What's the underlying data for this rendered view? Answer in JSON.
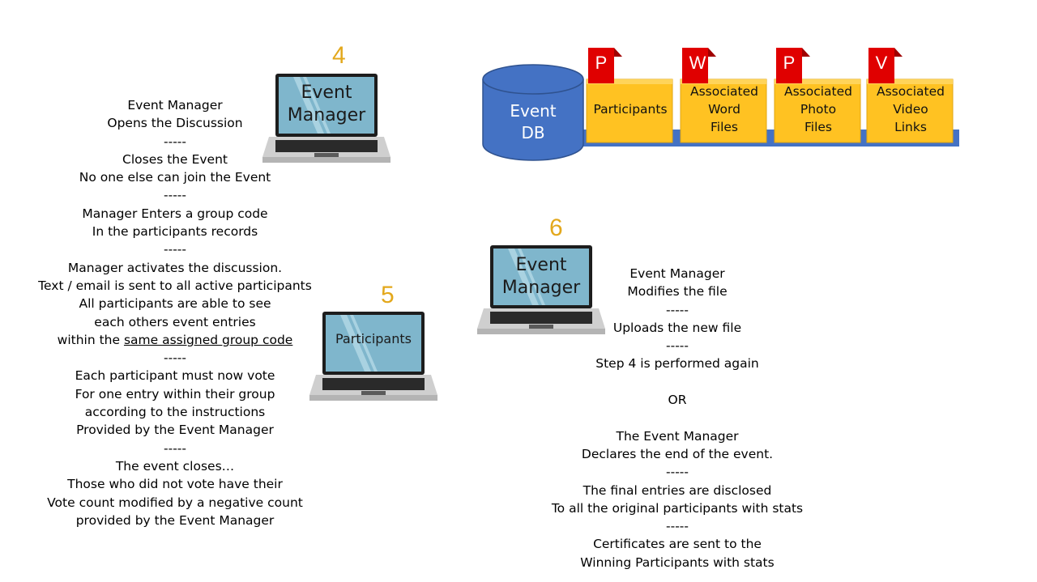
{
  "steps": {
    "four": "4",
    "five": "5",
    "six": "6"
  },
  "laptop4": {
    "line1": "Event",
    "line2": "Manager"
  },
  "laptop5": {
    "label": "Participants"
  },
  "laptop6": {
    "line1": "Event",
    "line2": "Manager"
  },
  "db": {
    "line1": "Event",
    "line2": "DB"
  },
  "files": [
    {
      "letter": "P",
      "lines": [
        "Participants"
      ]
    },
    {
      "letter": "W",
      "lines": [
        "Associated",
        "Word",
        "Files"
      ]
    },
    {
      "letter": "P",
      "lines": [
        "Associated",
        "Photo",
        "Files"
      ]
    },
    {
      "letter": "V",
      "lines": [
        "Associated",
        "Video",
        "Links"
      ]
    }
  ],
  "left_text": {
    "before_underline": "Event Manager\nOpens the Discussion\n-----\nCloses the Event\nNo one else can join the Event\n-----\nManager Enters a group code\nIn the participants records\n-----\nManager activates the discussion.\nText / email is sent to all active participants\nAll participants are able to see\neach others event entries\nwithin the ",
    "underlined": "same assigned group code",
    "after_underline": "\n-----\nEach participant must now vote\nFor one entry within their group\naccording to the instructions\nProvided by the Event Manager\n-----\nThe event closes…\nThose who did not vote have their\nVote count modified by a negative count\nprovided by the Event Manager"
  },
  "right_text": "Event Manager\nModifies the file\n-----\nUploads the new file\n-----\nStep 4 is performed again\n\nOR\n\nThe Event Manager\nDeclares the end of the event.\n-----\nThe final entries are disclosed\nTo all the original participants with stats\n-----\nCertificates are sent to the\nWinning Participants with stats",
  "colors": {
    "step_number": "#e3a81c",
    "screen": "#7fb6cc",
    "db_blue": "#4472c4",
    "folder_yellow": "#ffc222",
    "doc_red": "#e00000"
  }
}
